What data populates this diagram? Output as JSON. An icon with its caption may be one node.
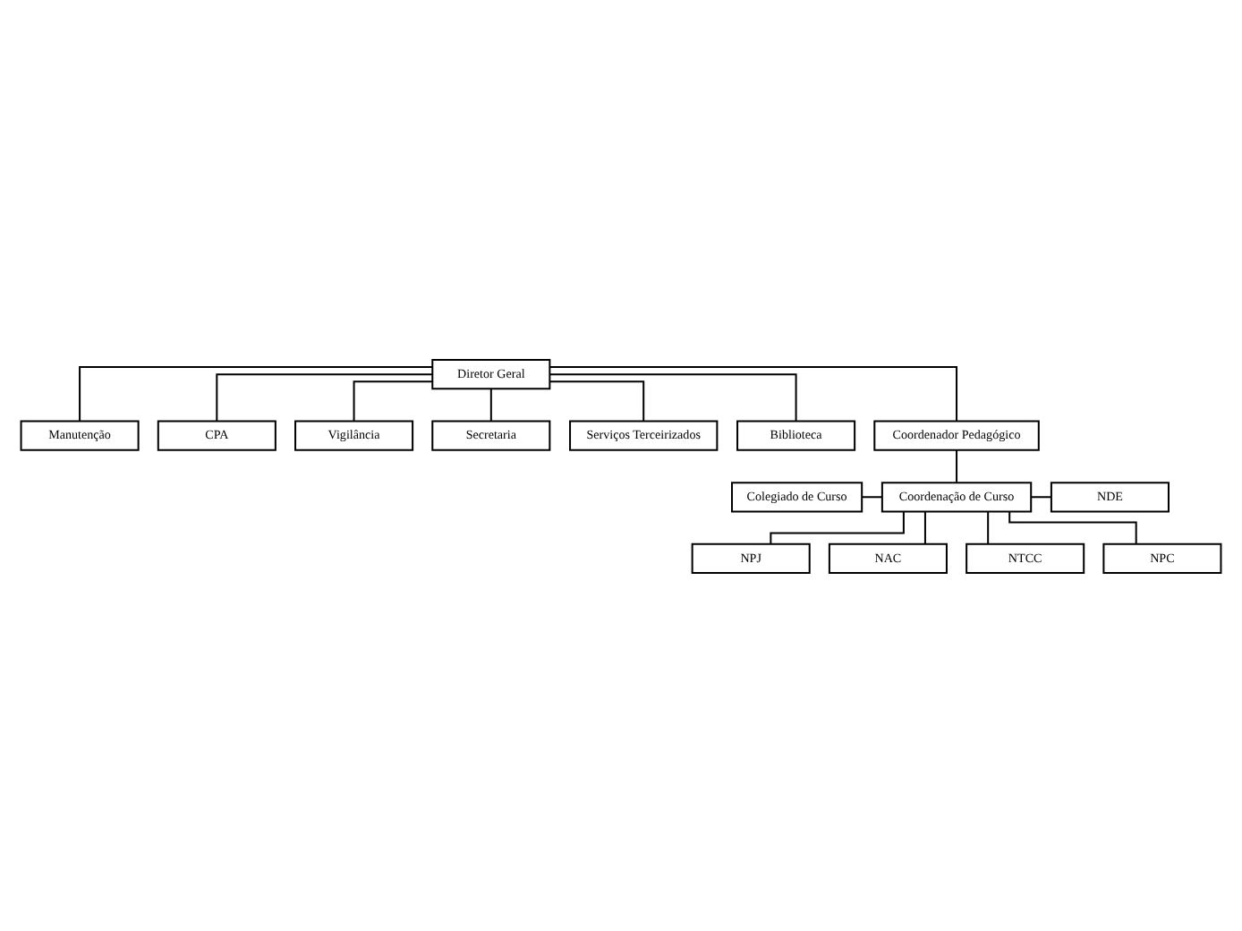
{
  "diagram": {
    "nodes": [
      {
        "text": [
          "Diretor Geral"
        ]
      },
      {
        "text": [
          "Manutenção"
        ]
      },
      {
        "text": [
          "CPA"
        ]
      },
      {
        "text": [
          "Vigilância"
        ]
      },
      {
        "text": [
          "Secretaria"
        ]
      },
      {
        "text": [
          "Serviços Terceirizados"
        ]
      },
      {
        "text": [
          "Biblioteca"
        ]
      },
      {
        "text": [
          "Coordenador Pedagógico"
        ]
      },
      {
        "text": [
          "Colegiado de Curso"
        ]
      },
      {
        "text": [
          "Coordenação de Curso"
        ]
      },
      {
        "text": [
          "NDE"
        ]
      },
      {
        "text": [
          "NPJ"
        ]
      },
      {
        "text": [
          "NAC"
        ]
      },
      {
        "text": [
          "NTCC"
        ]
      },
      {
        "text": [
          "NPC"
        ]
      }
    ],
    "edges": [
      {
        "from": 0,
        "to": 1,
        "arrow": "none"
      },
      {
        "from": 0,
        "to": 3,
        "arrow": "none"
      },
      {
        "from": 0,
        "to": 5,
        "arrow": "none"
      },
      {
        "from": 0,
        "to": 2,
        "arrow": "none"
      },
      {
        "from": 0,
        "to": 4,
        "arrow": "none"
      },
      {
        "from": 0,
        "to": 6,
        "arrow": "none"
      },
      {
        "from": 0,
        "to": 7,
        "arrow": "none"
      },
      {
        "from": 7,
        "to": 9,
        "arrow": "none"
      },
      {
        "from": 8,
        "to": 9,
        "arrow": "none"
      },
      {
        "from": 9,
        "to": 10,
        "arrow": "none"
      },
      {
        "from": 9,
        "to": 11,
        "arrow": "none"
      },
      {
        "from": 9,
        "to": 12,
        "arrow": "none"
      },
      {
        "from": 9,
        "to": 13,
        "arrow": "none"
      },
      {
        "from": 9,
        "to": 14,
        "arrow": "none"
      }
    ]
  }
}
